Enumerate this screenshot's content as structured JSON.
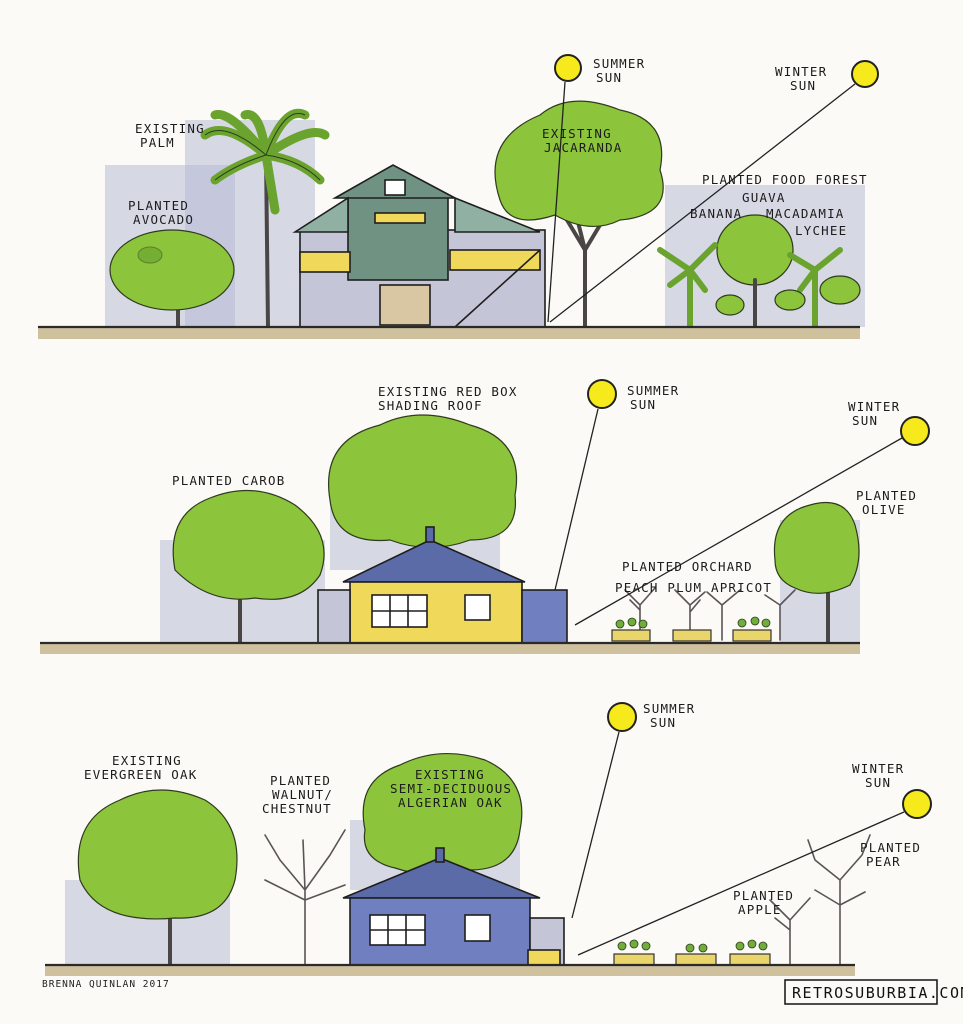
{
  "labels": {
    "s1_palm": [
      "EXISTING",
      "PALM"
    ],
    "s1_avocado": [
      "PLANTED",
      "AVOCADO"
    ],
    "s1_summer": [
      "SUMMER",
      "SUN"
    ],
    "s1_jacaranda": [
      "EXISTING",
      "JACARANDA"
    ],
    "s1_winter": [
      "WINTER",
      "SUN"
    ],
    "s1_food_forest": "PLANTED FOOD FOREST",
    "s1_guava": "GUAVA",
    "s1_banana": "BANANA",
    "s1_macadamia": "MACADAMIA",
    "s1_lychee": "LYCHEE",
    "s2_redbox": [
      "EXISTING RED BOX",
      "SHADING ROOF"
    ],
    "s2_summer": [
      "SUMMER",
      "SUN"
    ],
    "s2_winter": [
      "WINTER",
      "SUN"
    ],
    "s2_carob": "PLANTED CAROB",
    "s2_olive": [
      "PLANTED",
      "OLIVE"
    ],
    "s2_orchard": "PLANTED ORCHARD",
    "s2_fruits": "PEACH PLUM APRICOT",
    "s3_summer": [
      "SUMMER",
      "SUN"
    ],
    "s3_evergreen": [
      "EXISTING",
      "EVERGREEN OAK"
    ],
    "s3_walnut": [
      "PLANTED",
      "WALNUT/",
      "CHESTNUT"
    ],
    "s3_algerian": [
      "EXISTING",
      "SEMI-DECIDUOUS",
      "ALGERIAN OAK"
    ],
    "s3_winter": [
      "WINTER",
      "SUN"
    ],
    "s3_pear": [
      "PLANTED",
      "PEAR"
    ],
    "s3_apple": [
      "PLANTED",
      "APPLE"
    ]
  },
  "credit": "BRENNA QUINLAN 2017",
  "site": "RETROSUBURBIA.COM",
  "colors": {
    "foliage": "#8cc43c",
    "sun": "#f6ea1c",
    "house_green": "#6f9282",
    "house_yellow": "#f0d85a",
    "house_blue": "#6f7fc0",
    "rain": "#b8bcd6",
    "ground": "#cfc09e"
  },
  "icons": [
    "sun-icon",
    "house-icon",
    "tree-icon",
    "palm-icon",
    "planter-icon"
  ]
}
